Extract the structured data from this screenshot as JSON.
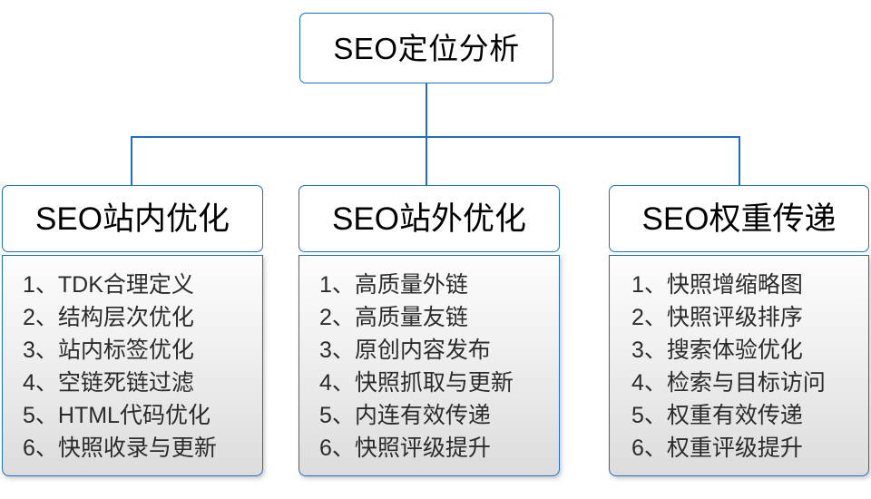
{
  "diagram": {
    "root": {
      "label": "SEO定位分析"
    },
    "columns": [
      {
        "header": "SEO站内优化",
        "items": [
          {
            "index": "1、",
            "text": "TDK合理定义"
          },
          {
            "index": "2、",
            "text": "结构层次优化"
          },
          {
            "index": "3、",
            "text": "站内标签优化"
          },
          {
            "index": "4、",
            "text": "空链死链过滤"
          },
          {
            "index": "5、",
            "text": "HTML代码优化"
          },
          {
            "index": "6、",
            "text": "快照收录与更新"
          }
        ]
      },
      {
        "header": "SEO站外优化",
        "items": [
          {
            "index": "1、",
            "text": "高质量外链"
          },
          {
            "index": "2、",
            "text": "高质量友链"
          },
          {
            "index": "3、",
            "text": "原创内容发布"
          },
          {
            "index": "4、",
            "text": "快照抓取与更新"
          },
          {
            "index": "5、",
            "text": "内连有效传递"
          },
          {
            "index": "6、",
            "text": "快照评级提升"
          }
        ]
      },
      {
        "header": "SEO权重传递",
        "items": [
          {
            "index": "1、",
            "text": "快照增缩略图"
          },
          {
            "index": "2、",
            "text": "快照评级排序"
          },
          {
            "index": "3、",
            "text": "搜索体验优化"
          },
          {
            "index": "4、",
            "text": "检索与目标访问"
          },
          {
            "index": "5、",
            "text": "权重有效传递"
          },
          {
            "index": "6、",
            "text": "权重评级提升"
          }
        ]
      }
    ],
    "colors": {
      "border": "#1f6fc0",
      "header_background": "#ffffff",
      "body_gradient_top": "#fdfdfd",
      "body_gradient_bottom": "#dcdcdc",
      "text": "#000000",
      "item_text": "#2b2b2b",
      "canvas_background": "#ffffff"
    }
  }
}
